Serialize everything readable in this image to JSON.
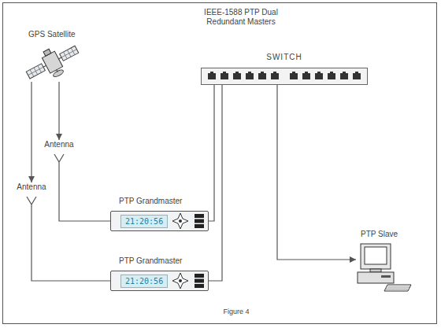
{
  "diagram": {
    "title": "IEEE-1588 PTP Dual Redundant Masters",
    "caption": "Figure 4",
    "nodes": [
      {
        "text": [
          "GPS Satellite"
        ]
      },
      {
        "text": [
          "Antenna"
        ]
      },
      {
        "text": [
          "Antenna"
        ]
      },
      {
        "text": [
          "PTP Grandmaster",
          "21:20:56"
        ]
      },
      {
        "text": [
          "PTP Grandmaster",
          "21:20:56"
        ]
      },
      {
        "text": [
          "SWITCH"
        ]
      },
      {
        "text": [
          "PTP Slave"
        ]
      }
    ],
    "edges": [
      {
        "from": 0,
        "to": 1,
        "arrow": "to"
      },
      {
        "from": 0,
        "to": 2,
        "arrow": "to"
      },
      {
        "from": 1,
        "to": 3,
        "arrow": "none"
      },
      {
        "from": 2,
        "to": 4,
        "arrow": "none"
      },
      {
        "from": 3,
        "to": 5,
        "arrow": "none"
      },
      {
        "from": 4,
        "to": 5,
        "arrow": "none"
      },
      {
        "from": 5,
        "to": 6,
        "arrow": "to"
      }
    ]
  }
}
